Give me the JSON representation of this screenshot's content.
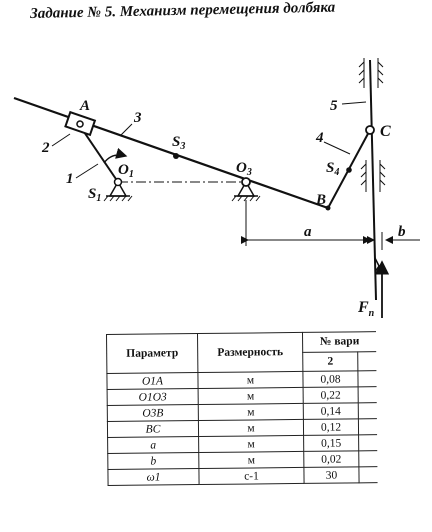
{
  "title": "Задание № 5. Механизм перемещения долбяка",
  "diagram": {
    "labels": {
      "A": "A",
      "link2": "2",
      "link3": "3",
      "link1": "1",
      "S1": "S",
      "S1_sub": "1",
      "O1": "O",
      "O1_sub": "1",
      "S3": "S",
      "S3_sub": "3",
      "O3": "O",
      "O3_sub": "3",
      "link5": "5",
      "C": "C",
      "link4": "4",
      "S4": "S",
      "S4_sub": "4",
      "B": "B",
      "a": "a",
      "b": "b",
      "Fn": "F",
      "Fn_sub": "n"
    }
  },
  "table": {
    "headers": {
      "param": "Параметр",
      "dimension": "Размерность",
      "variant": "№ вари",
      "variant_number": "2"
    },
    "rows": [
      {
        "param": "O1A",
        "dim": "м",
        "value": "0,08"
      },
      {
        "param": "O1O3",
        "dim": "м",
        "value": "0,22"
      },
      {
        "param": "O3B",
        "dim": "м",
        "value": "0,14"
      },
      {
        "param": "BC",
        "dim": "м",
        "value": "0,12"
      },
      {
        "param": "a",
        "dim": "м",
        "value": "0,15"
      },
      {
        "param": "b",
        "dim": "м",
        "value": "0,02"
      },
      {
        "param": "ω1",
        "dim": "с-1",
        "value": "30"
      }
    ]
  }
}
